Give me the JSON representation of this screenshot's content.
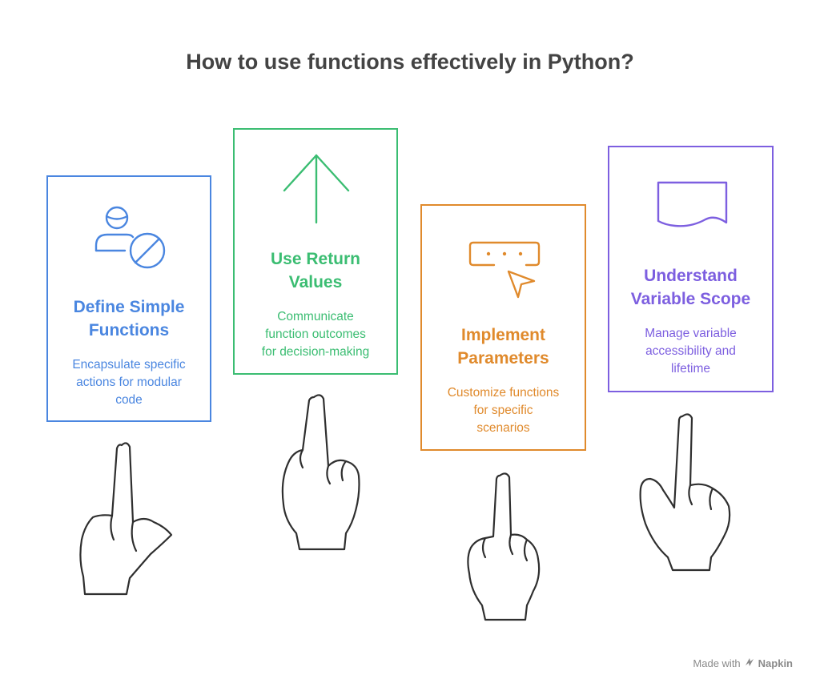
{
  "title": "How to use functions effectively in Python?",
  "cards": [
    {
      "heading": "Define Simple\nFunctions",
      "description": "Encapsulate specific\nactions for modular\ncode",
      "icon": "user-blocked-icon",
      "color": "#4a86e0"
    },
    {
      "heading": "Use Return\nValues",
      "description": "Communicate\nfunction outcomes\nfor decision-making",
      "icon": "arrow-up-icon",
      "color": "#3bbd72"
    },
    {
      "heading": "Implement\nParameters",
      "description": "Customize functions\nfor specific\nscenarios",
      "icon": "input-cursor-icon",
      "color": "#e08a2c"
    },
    {
      "heading": "Understand\nVariable Scope",
      "description": "Manage variable\naccessibility and\nlifetime",
      "icon": "document-icon",
      "color": "#7d5fe0"
    }
  ],
  "branding": {
    "prefix": "Made with",
    "name": "Napkin"
  }
}
